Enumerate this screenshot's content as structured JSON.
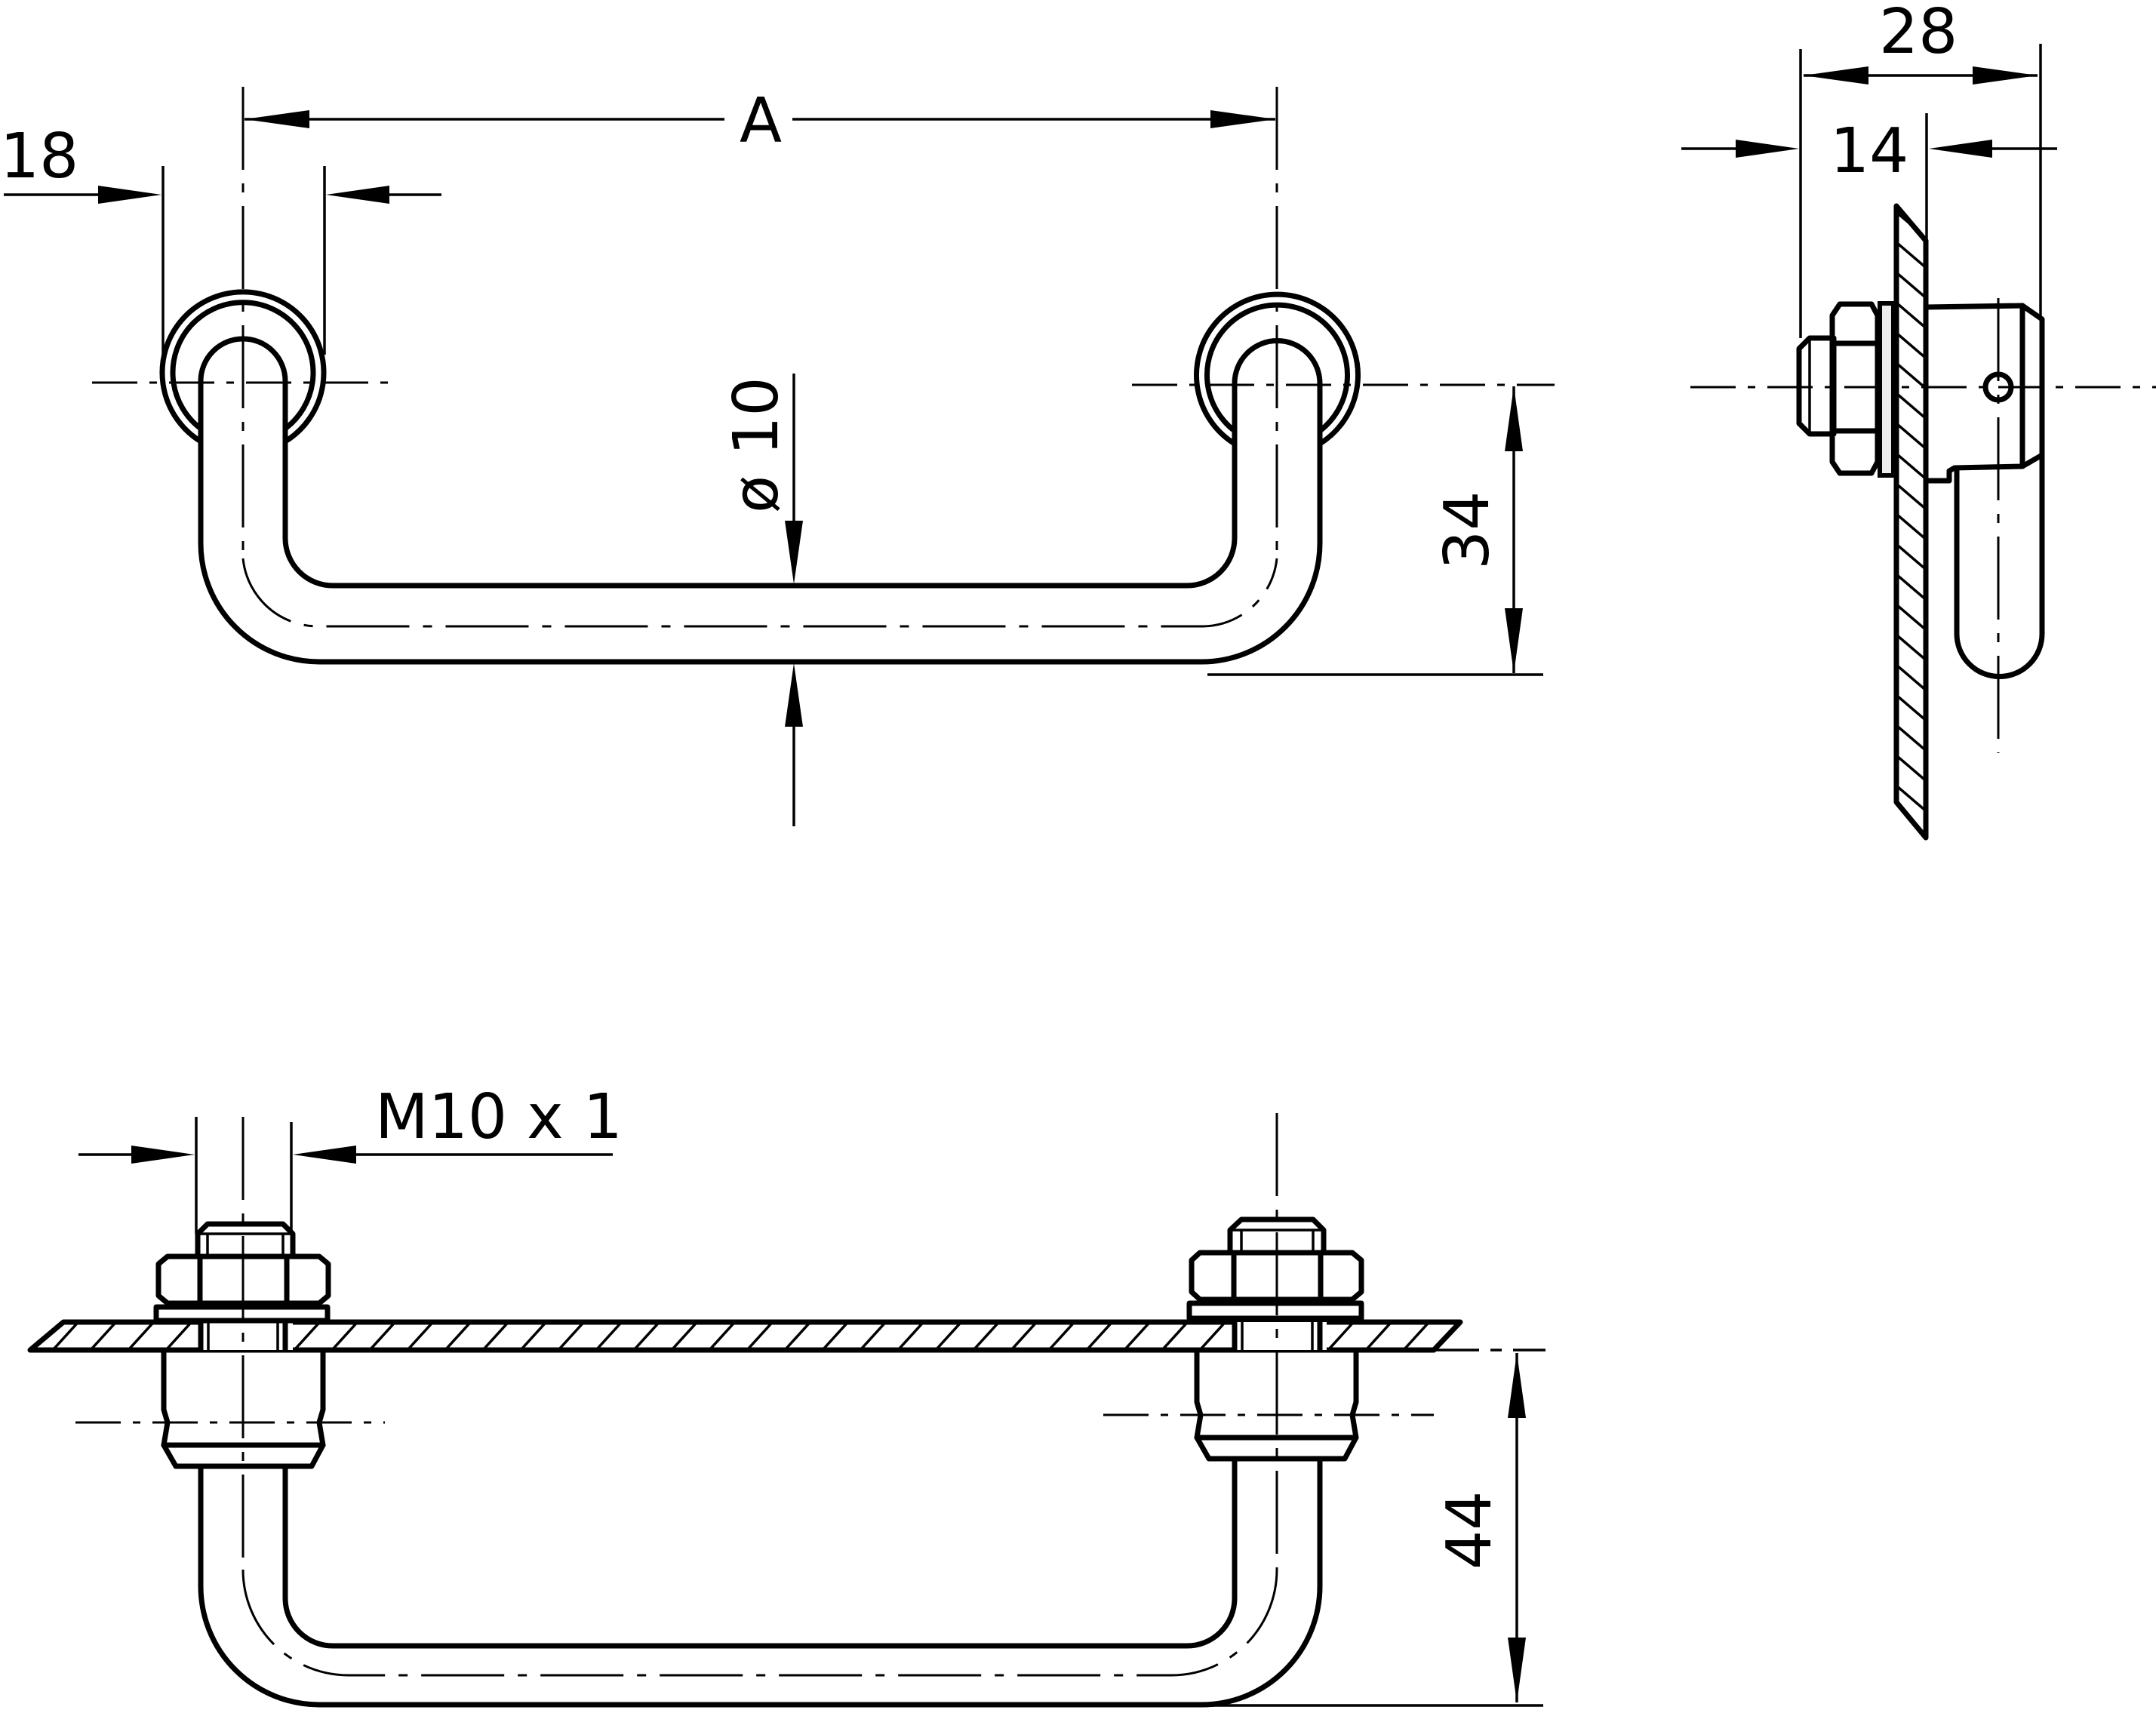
{
  "drawing": {
    "title": "Folding handle technical drawing",
    "views": [
      "front-view",
      "side-view",
      "bottom-view"
    ]
  },
  "dimensions": {
    "pitch": {
      "label": "A"
    },
    "ring_diameter": {
      "label": "18"
    },
    "rod_diameter": {
      "label": "ø 10"
    },
    "front_height": {
      "label": "34"
    },
    "side_depth": {
      "label": "28"
    },
    "side_projection": {
      "label": "14"
    },
    "thread": {
      "label": "M10 x 1"
    },
    "bottom_height": {
      "label": "44"
    }
  },
  "colors": {
    "line": "#000000",
    "background": "#ffffff",
    "washer_fill": "#ececec"
  }
}
